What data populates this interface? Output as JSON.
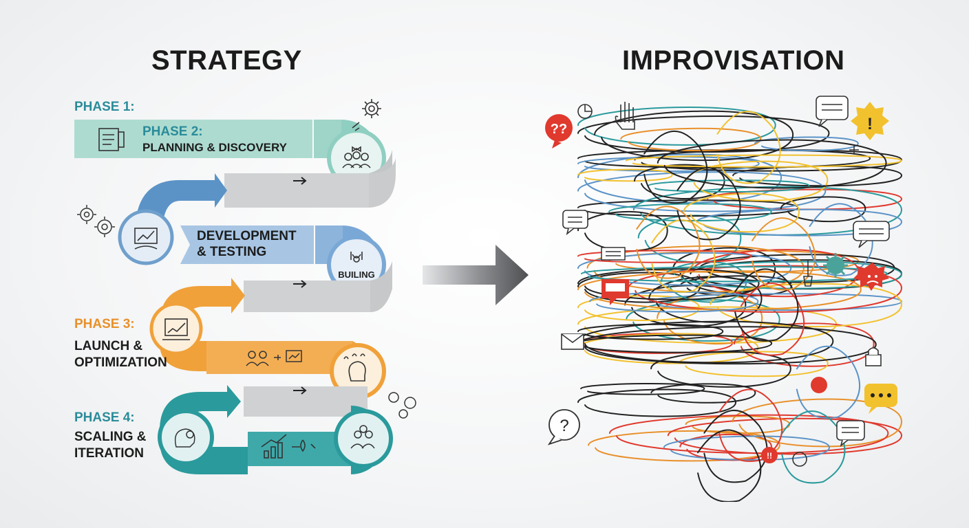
{
  "strategy": {
    "title": "STRATEGY",
    "phase1_label": "PHASE 1:",
    "phase2_label": "PHASE 2:",
    "phase2_sub": "PLANNING & DISCOVERY",
    "dev_line1": "DEVELOPMENT",
    "dev_line2": "& TESTING",
    "building_label": "BUILING",
    "phase3_label": "PHASE 3:",
    "phase3_line1": "LAUNCH &",
    "phase3_line2": "OPTIMIZATION",
    "phase4_label": "PHASE 4:",
    "phase4_line1": "SCALING &",
    "phase4_line2": "ITERATION"
  },
  "improvisation": {
    "title": "IMPROVISATION"
  },
  "colors": {
    "teal_light": "#8fd0c3",
    "blue": "#5b93c7",
    "orange": "#f0a13a",
    "teal_dark": "#2a9a9c",
    "gray_track": "#c9cbcd",
    "arrow_gray": "#5a5c5e",
    "phase1_text": "#2a8c9a",
    "phase3_text": "#e8902a",
    "phase4_text": "#2a8c9a",
    "alert_red": "#e0392e",
    "alert_yellow": "#f2c12e"
  }
}
